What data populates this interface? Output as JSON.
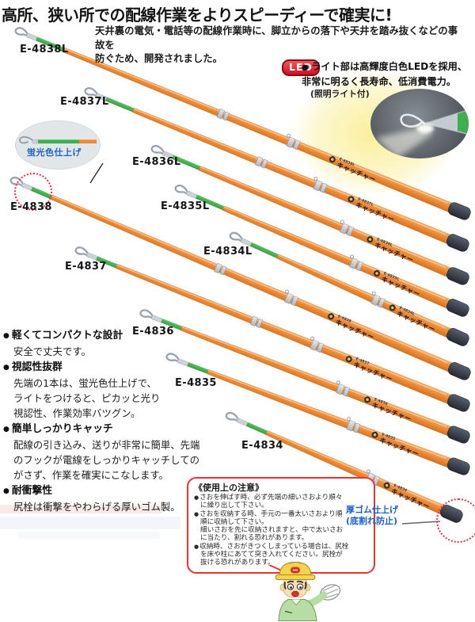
{
  "header": {
    "title": "高所、狭い所での配線作業をよりスピーディーで確実に!",
    "intro": "天井裏の電気・電話等の配線作業時に、脚立からの落下や天井を踏み抜くなどの事故を\n防ぐため、開発されました。"
  },
  "led": {
    "badge": "LED",
    "desc": "ライト部は高輝度白色LEDを採用、\n非常に明るく長寿命、低消費電力。",
    "note": "(照明ライト付)"
  },
  "callouts": {
    "fluorescent": "蛍光色仕上げ",
    "rubber": "厚ゴム仕上げ\n(底割れ防止)"
  },
  "poles": [
    {
      "model": "E-4838L",
      "brand": "キャッチャー"
    },
    {
      "model": "E-4837L",
      "brand": "キャッチャー"
    },
    {
      "model": "E-4836L",
      "brand": "キャッチャー"
    },
    {
      "model": "E-4835L",
      "brand": "キャッチャー"
    },
    {
      "model": "E-4834L",
      "brand": "キャッチャー"
    },
    {
      "model": "E-4838",
      "brand": "キャッチャー"
    },
    {
      "model": "E-4837",
      "brand": "キャッチャー"
    },
    {
      "model": "E-4836",
      "brand": "キャッチャー"
    },
    {
      "model": "E-4835",
      "brand": "キャッチャー"
    },
    {
      "model": "E-4834",
      "brand": "キャッチャー"
    }
  ],
  "features": [
    {
      "title": "軽くてコンパクトな設計",
      "body": "安全で丈夫です。"
    },
    {
      "title": "視認性抜群",
      "body": "先端の1本は、蛍光色仕上げで、\nライトをつけると、ピカッと光り\n視認性、作業効率バツグン。"
    },
    {
      "title": "簡単しっかりキャッチ",
      "body": "配線の引き込み、送りが非常に簡単、先端\nのフックが電線をしっかりキャッチしての\nがさず、作業を確実にこなします。"
    },
    {
      "title": "耐衝撃性",
      "body": "尻栓は衝撃をやわらげる厚いゴム製。"
    }
  ],
  "notice": {
    "title": "《使用上の注意》",
    "items": [
      "さおを伸ばす時、必ず先端の細いさおより順々\nに繰り出して下さい。",
      "さおを収納する時、手元の一番太いさおより順\n順に収納して下さい。\n細いさおを先に収納されますと、中で太いさお\nに当たり、割れる恐れがあります。",
      "収納時、さおがきつくしまっている場合は、尻栓\nを床や柱にあてて突き入れてください。尻栓が\n抜ける恐れがあります。"
    ]
  },
  "colors": {
    "pole_orange": "#ED8A38",
    "fluorescent_green": "#3FAE4C",
    "label_blue": "#1B62C8",
    "alert_red": "#E83333",
    "cap_dark": "#2F333C",
    "led_badge_red": "#CF1122"
  }
}
